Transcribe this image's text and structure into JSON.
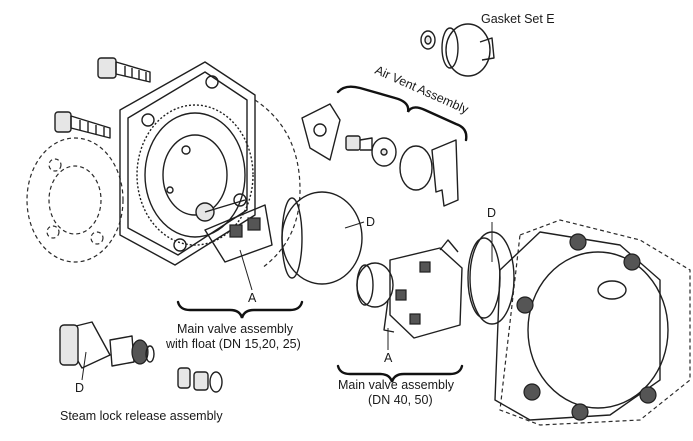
{
  "labels": {
    "gasket_set": "Gasket Set E",
    "air_vent": "Air Vent Assembly",
    "d_float": "D",
    "d_right": "D",
    "a_left": "A",
    "a_right": "A",
    "main_valve_float_line1": "Main valve assembly",
    "main_valve_float_line2": "with float (DN 15,20, 25)",
    "main_valve_40_line1": "Main valve assembly",
    "main_valve_40_line2": "(DN 40, 50)",
    "d_steam": "D",
    "steam_lock": "Steam lock release assembly"
  }
}
